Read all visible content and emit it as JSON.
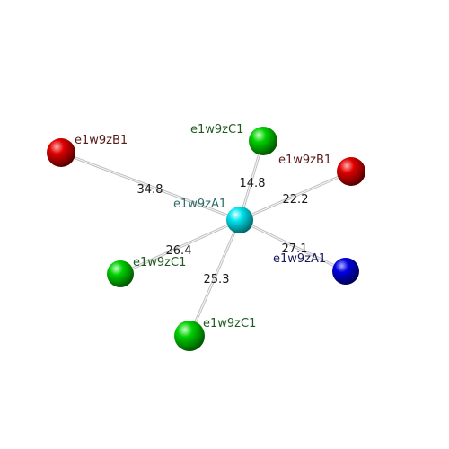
{
  "diagram": {
    "nodes": [
      {
        "id": "center",
        "label": "e1w9zA1",
        "color": "#00e5ee",
        "label_color": "#2f6b6b"
      },
      {
        "id": "red_left",
        "label": "e1w9zB1",
        "color": "#e00000",
        "label_color": "#5a1a1a"
      },
      {
        "id": "green_top",
        "label": "e1w9zC1",
        "color": "#00d000",
        "label_color": "#1f5a1f"
      },
      {
        "id": "red_right",
        "label": "e1w9zB1",
        "color": "#e00000",
        "label_color": "#5a1a1a"
      },
      {
        "id": "blue_right",
        "label": "e1w9zA1",
        "color": "#0000e0",
        "label_color": "#1a1a5a"
      },
      {
        "id": "green_left",
        "label": "e1w9zC1",
        "color": "#00d000",
        "label_color": "#1f5a1f"
      },
      {
        "id": "green_bottom",
        "label": "e1w9zC1",
        "color": "#00d000",
        "label_color": "#1f5a1f"
      }
    ],
    "edges": [
      {
        "from": "center",
        "to": "red_left",
        "label": "34.8"
      },
      {
        "from": "center",
        "to": "green_top",
        "label": "14.8"
      },
      {
        "from": "center",
        "to": "red_right",
        "label": "22.2"
      },
      {
        "from": "center",
        "to": "blue_right",
        "label": "27.1"
      },
      {
        "from": "center",
        "to": "green_left",
        "label": "26.4"
      },
      {
        "from": "center",
        "to": "green_bottom",
        "label": "25.3"
      }
    ]
  }
}
